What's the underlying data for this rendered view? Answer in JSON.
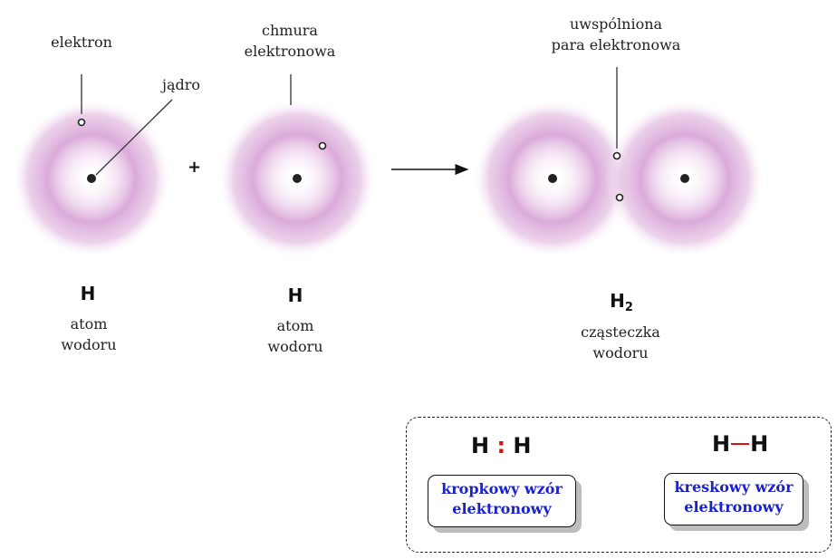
{
  "labels": {
    "electron": "elektron",
    "nucleus": "jądro",
    "cloud_line1": "chmura",
    "cloud_line2": "elektronowa",
    "shared_line1": "uwspólniona",
    "shared_line2": "para elektronowa"
  },
  "atom1": {
    "symbol": "H",
    "name_line1": "atom",
    "name_line2": "wodoru"
  },
  "atom2": {
    "symbol": "H",
    "name_line1": "atom",
    "name_line2": "wodoru"
  },
  "plus": "+",
  "molecule": {
    "symbol": "H",
    "subscript": "2",
    "name_line1": "cząsteczka",
    "name_line2": "wodoru"
  },
  "formulas": {
    "dot": {
      "left": "H",
      "sep": ":",
      "right": "H",
      "caption_line1": "kropkowy wzór",
      "caption_line2": "elektronowy"
    },
    "dash": {
      "left": "H",
      "right": "H",
      "caption_line1": "kreskowy wzór",
      "caption_line2": "elektronowy"
    }
  },
  "colors": {
    "cloud": "#d9a6d8",
    "accent_red": "#dd1111",
    "caption_blue": "#1a22cc"
  }
}
